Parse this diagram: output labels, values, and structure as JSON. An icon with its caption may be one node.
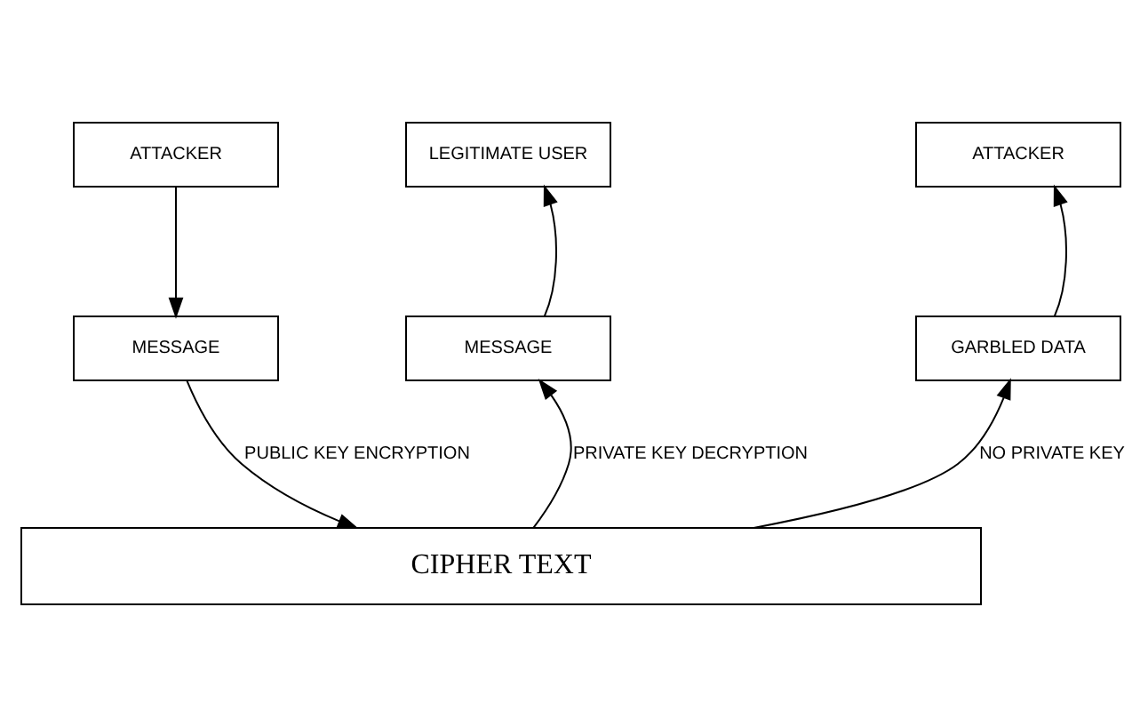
{
  "diagram": {
    "nodes": [
      {
        "text": [
          "ATTACKER"
        ]
      },
      {
        "text": [
          "LEGITIMATE USER"
        ]
      },
      {
        "text": [
          "ATTACKER"
        ]
      },
      {
        "text": [
          "MESSAGE"
        ]
      },
      {
        "text": [
          "MESSAGE"
        ]
      },
      {
        "text": [
          "GARBLED DATA"
        ]
      },
      {
        "text": [
          "CIPHER TEXT"
        ]
      }
    ],
    "edges": [
      {
        "from": 0,
        "to": 3,
        "arrow": "to"
      },
      {
        "from": 3,
        "to": 6,
        "arrow": "to",
        "label": "PUBLIC KEY ENCRYPTION"
      },
      {
        "from": 6,
        "to": 4,
        "arrow": "to",
        "label": "PRIVATE KEY DECRYPTION"
      },
      {
        "from": 4,
        "to": 1,
        "arrow": "to"
      },
      {
        "from": 6,
        "to": 5,
        "arrow": "to",
        "label": "NO PRIVATE KEY"
      },
      {
        "from": 5,
        "to": 2,
        "arrow": "to"
      }
    ]
  }
}
